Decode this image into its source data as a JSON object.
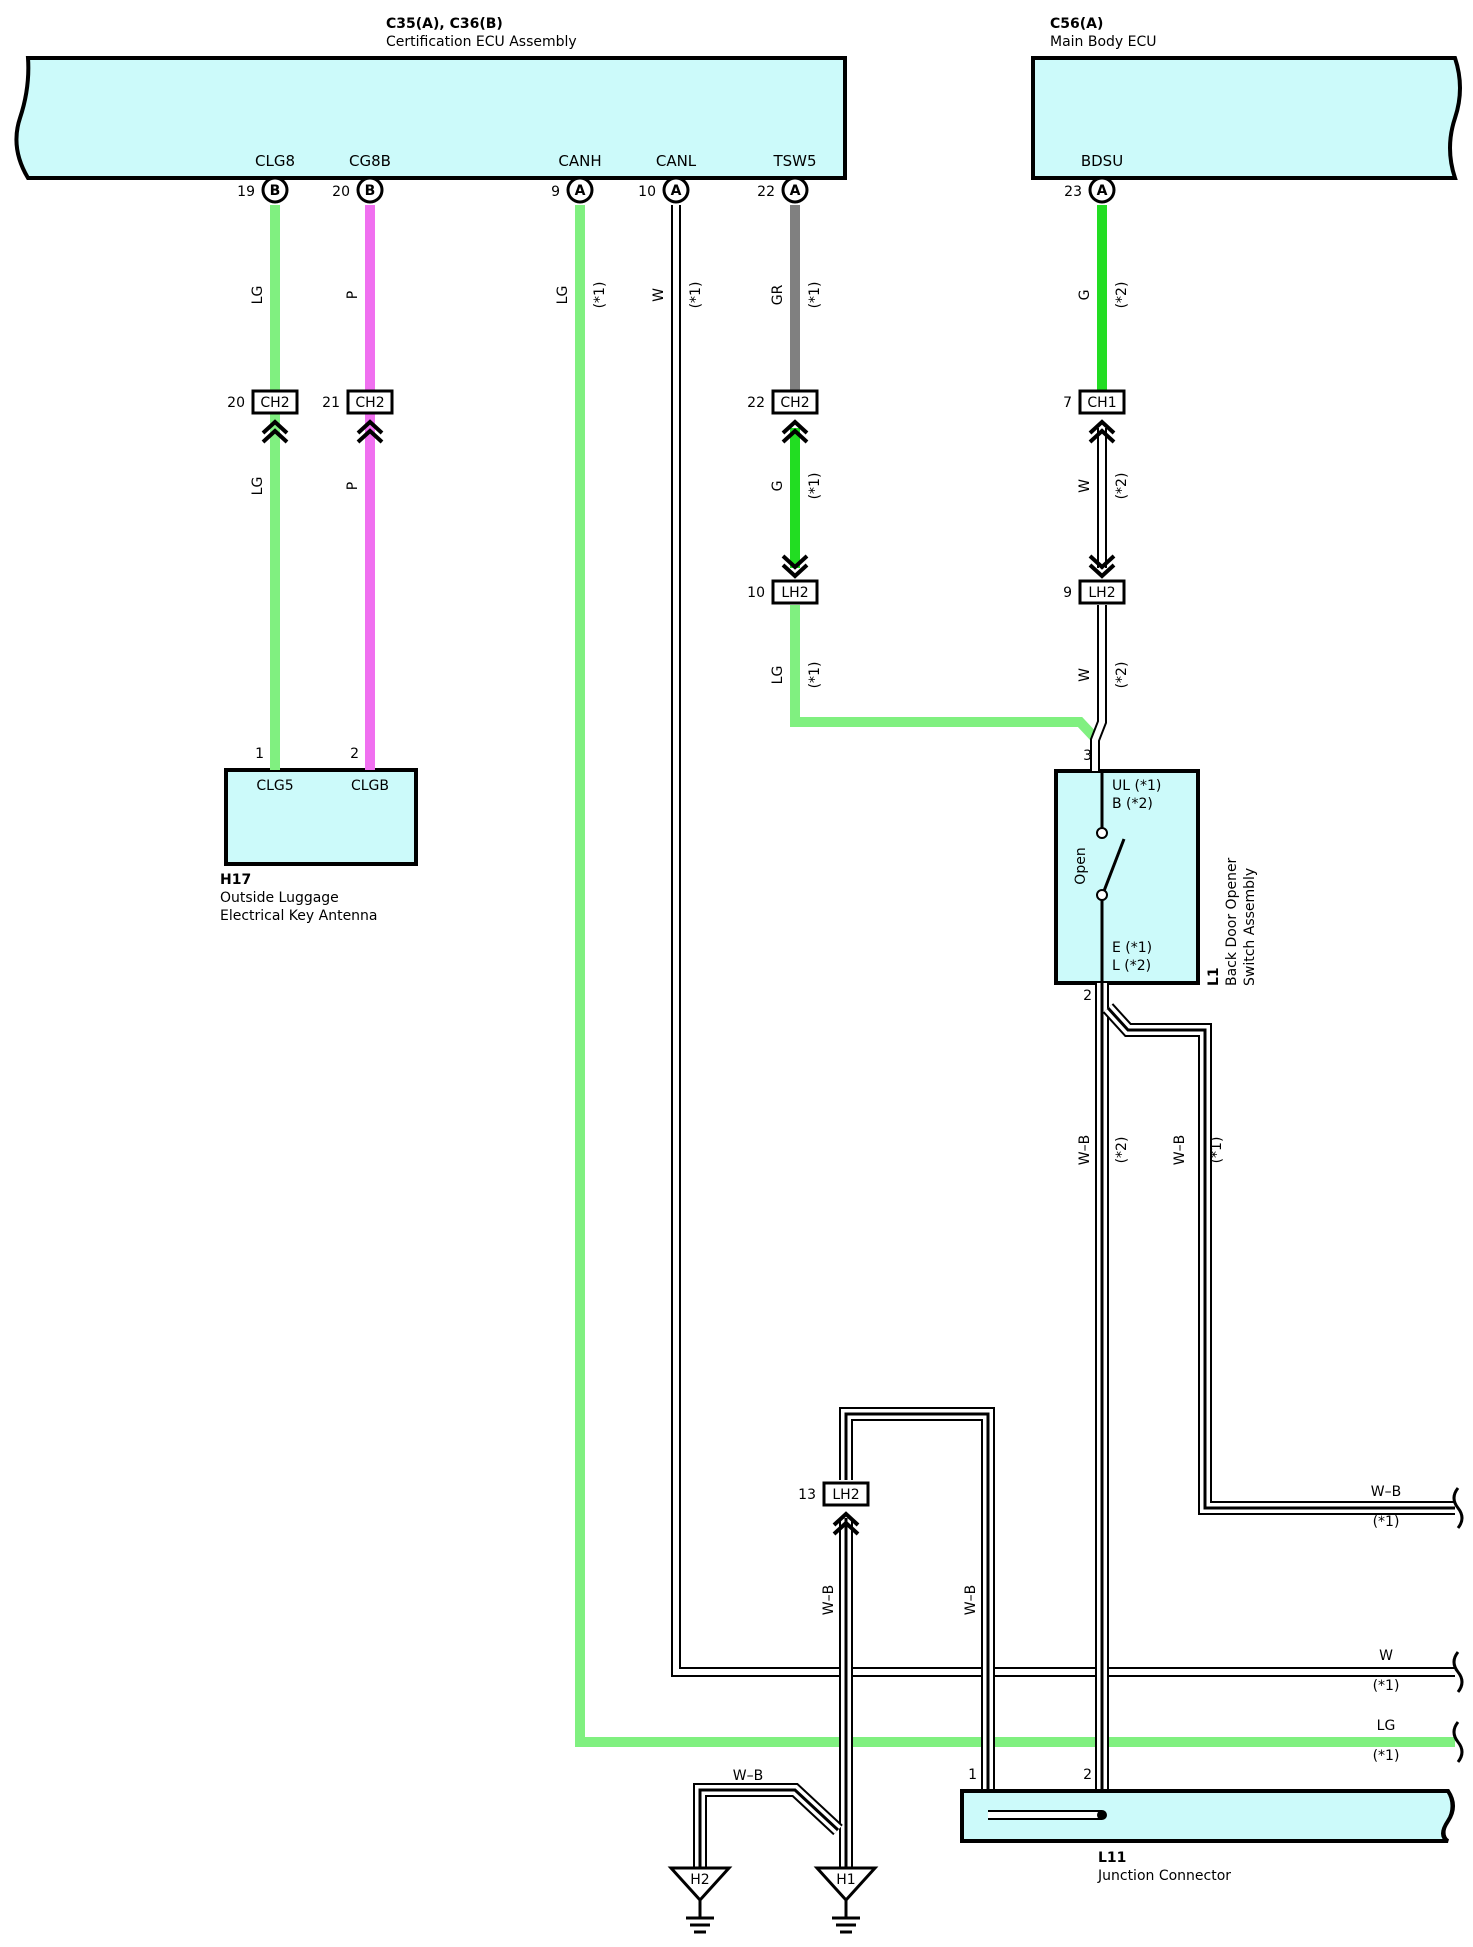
{
  "colors": {
    "LG": "#80f080",
    "P": "#f070f0",
    "G": "#22dd22",
    "GR": "#808080",
    "W": "#ffffff",
    "W-B": "#ffffff",
    "component_fill": "#ccfafa"
  },
  "components": {
    "c35": {
      "code": "C35(A), C36(B)",
      "name": "Certification ECU Assembly"
    },
    "c56": {
      "code": "C56(A)",
      "name": "Main Body ECU"
    },
    "h17": {
      "code": "H17",
      "name_line1": "Outside Luggage",
      "name_line2": "Electrical Key Antenna",
      "pin_a": "CLG5",
      "pin_b": "CLGB"
    },
    "l1": {
      "code": "L1",
      "name_line1": "Back Door Opener",
      "name_line2": "Switch Assembly",
      "upper_1": "UL (*1)",
      "upper_2": "B (*2)",
      "lower_1": "E (*1)",
      "lower_2": "L (*2)",
      "switch_label": "Open"
    },
    "l11": {
      "code": "L11",
      "name": "Junction Connector"
    }
  },
  "terminals": [
    {
      "name": "CLG8",
      "pin": "19",
      "conn": "B"
    },
    {
      "name": "CG8B",
      "pin": "20",
      "conn": "B"
    },
    {
      "name": "CANH",
      "pin": "9",
      "conn": "A"
    },
    {
      "name": "CANL",
      "pin": "10",
      "conn": "A"
    },
    {
      "name": "TSW5",
      "pin": "22",
      "conn": "A"
    },
    {
      "name": "BDSU",
      "pin": "23",
      "conn": "A"
    }
  ],
  "junctions": [
    {
      "label": "CH2",
      "pin": "20"
    },
    {
      "label": "CH2",
      "pin": "21"
    },
    {
      "label": "CH2",
      "pin": "22"
    },
    {
      "label": "CH1",
      "pin": "7"
    },
    {
      "label": "LH2",
      "pin": "10"
    },
    {
      "label": "LH2",
      "pin": "9"
    },
    {
      "label": "LH2",
      "pin": "13"
    }
  ],
  "wire_labels": [
    {
      "color": "LG",
      "note": ""
    },
    {
      "color": "P",
      "note": ""
    },
    {
      "color": "LG",
      "note": "(*1)"
    },
    {
      "color": "W",
      "note": "(*1)"
    },
    {
      "color": "GR",
      "note": "(*1)"
    },
    {
      "color": "G",
      "note": "(*2)"
    },
    {
      "color": "LG",
      "note": ""
    },
    {
      "color": "P",
      "note": ""
    },
    {
      "color": "G",
      "note": "(*1)"
    },
    {
      "color": "W",
      "note": "(*2)"
    },
    {
      "color": "LG",
      "note": "(*1)"
    },
    {
      "color": "W",
      "note": "(*2)"
    },
    {
      "color": "W–B",
      "note": "(*2)"
    },
    {
      "color": "W–B",
      "note": "(*1)"
    },
    {
      "color": "W–B",
      "note": ""
    },
    {
      "color": "W–B",
      "note": ""
    }
  ],
  "pin_numbers": [
    "1",
    "2",
    "3",
    "2",
    "1",
    "2"
  ],
  "right_exits": [
    {
      "color": "W–B",
      "note": "(*1)"
    },
    {
      "color": "W",
      "note": "(*1)"
    },
    {
      "color": "LG",
      "note": "(*1)"
    }
  ],
  "ground_wire_label": "W–B",
  "grounds": [
    "H2",
    "H1"
  ]
}
